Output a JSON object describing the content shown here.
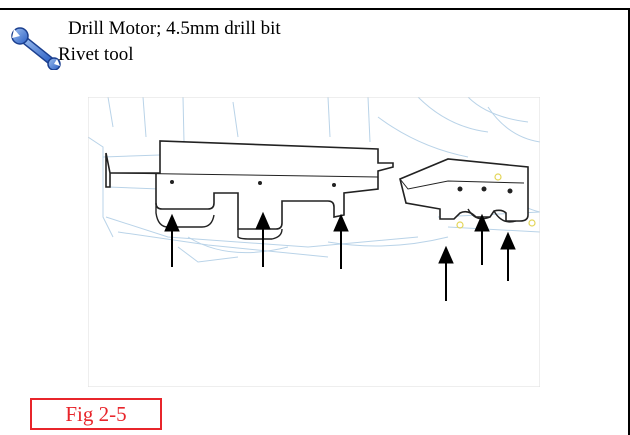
{
  "tools": {
    "line1": "Drill Motor; 4.5mm drill bit",
    "line2": "Rivet tool",
    "icon": "wrench-icon"
  },
  "figure": {
    "caption": "Fig 2-5",
    "caption_color": "#e8252b",
    "arrow_count": 6
  }
}
